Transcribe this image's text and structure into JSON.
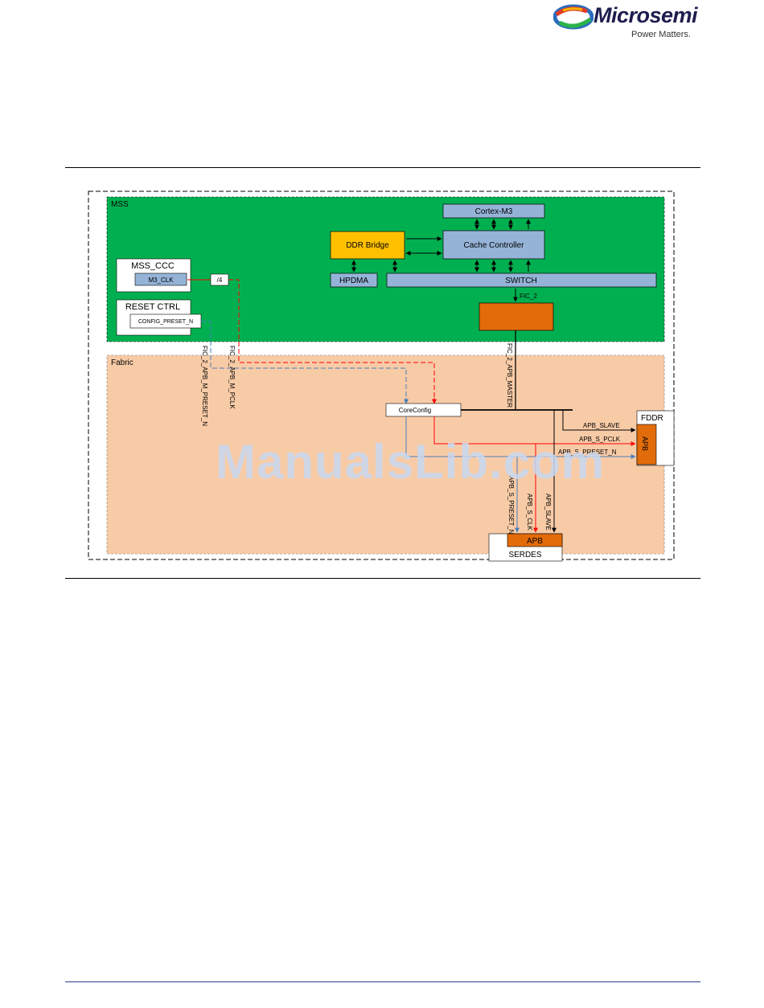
{
  "header": {
    "logo_word": "Microsemi",
    "logo_tagline": "Power Matters.",
    "colors": {
      "logo_red": "#e23a25",
      "logo_green": "#2eb34a",
      "logo_blue": "#2a6ebb",
      "logo_yellow": "#f5b400"
    }
  },
  "diagram": {
    "regions": {
      "mss": "MSS",
      "fabric": "Fabric"
    },
    "blocks": {
      "cortex_m3": "Cortex-M3",
      "cache_controller": "Cache Controller",
      "ddr_bridge": "DDR Bridge",
      "hpdma": "HPDMA",
      "switch": "SWITCH",
      "mss_ccc": "MSS_CCC",
      "m3_clk": "M3_CLK",
      "div4": "/4",
      "reset_ctrl": "RESET CTRL",
      "config_preset_n": "CONFIG_PRESET_N",
      "coreconfig": "CoreConfig",
      "fddr": "FDDR",
      "fddr_apb": "APB",
      "serdes": "SERDES",
      "serdes_apb": "APB"
    },
    "signals": {
      "fic_2": "FIC_2",
      "fic_2_apb_master": "FIC_2_APB_MASTER",
      "fic_2_apb_m_preset_n": "FIC_2_APB_M_PRESET_N",
      "fic_2_apb_m_pclk": "FIC_2_APB_M_PCLK",
      "apb_slave_h": "APB_SLAVE",
      "apb_s_pclk_h": "APB_S_PCLK",
      "apb_s_preset_n_h": "APB_S_PRESET_N",
      "apb_s_preset_n_v": "APB_S_PRESET_N",
      "apb_s_clk_v": "APB_S_CLK",
      "apb_slave_v": "APB_SLAVE"
    },
    "colors": {
      "mss_green": "#00b050",
      "fabric_peach": "#f8cba7",
      "block_blue": "#95b3d7",
      "ddr_yellow": "#ffc000",
      "apb_orange": "#e26b0a",
      "clock_red": "#ff0000",
      "reset_blue": "#4a7ebb"
    }
  },
  "watermark": "ManualsLib.com"
}
